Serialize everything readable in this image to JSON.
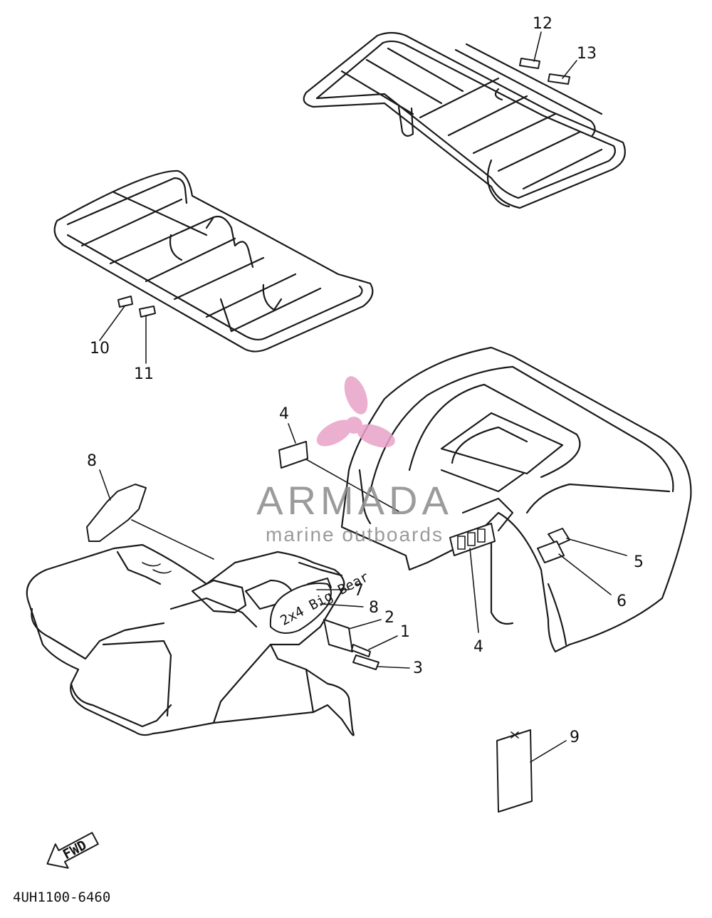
{
  "diagram": {
    "code": "4UH1100-6460",
    "fwd_label": "FWD",
    "emblem_text": "2x4 Big Bear",
    "callouts": [
      {
        "id": "c1",
        "label": "1"
      },
      {
        "id": "c2",
        "label": "2"
      },
      {
        "id": "c3",
        "label": "3"
      },
      {
        "id": "c4a",
        "label": "4"
      },
      {
        "id": "c4b",
        "label": "4"
      },
      {
        "id": "c5",
        "label": "5"
      },
      {
        "id": "c6",
        "label": "6"
      },
      {
        "id": "c7",
        "label": "7"
      },
      {
        "id": "c8a",
        "label": "8"
      },
      {
        "id": "c8b",
        "label": "8"
      },
      {
        "id": "c9",
        "label": "9"
      },
      {
        "id": "c10",
        "label": "10"
      },
      {
        "id": "c11",
        "label": "11"
      },
      {
        "id": "c12",
        "label": "12"
      },
      {
        "id": "c13",
        "label": "13"
      }
    ]
  },
  "watermark": {
    "brand": "ARMADA",
    "tagline": "marine outboards",
    "logo_color": "#e8a2c8",
    "text_color": "#8a8a8a"
  }
}
